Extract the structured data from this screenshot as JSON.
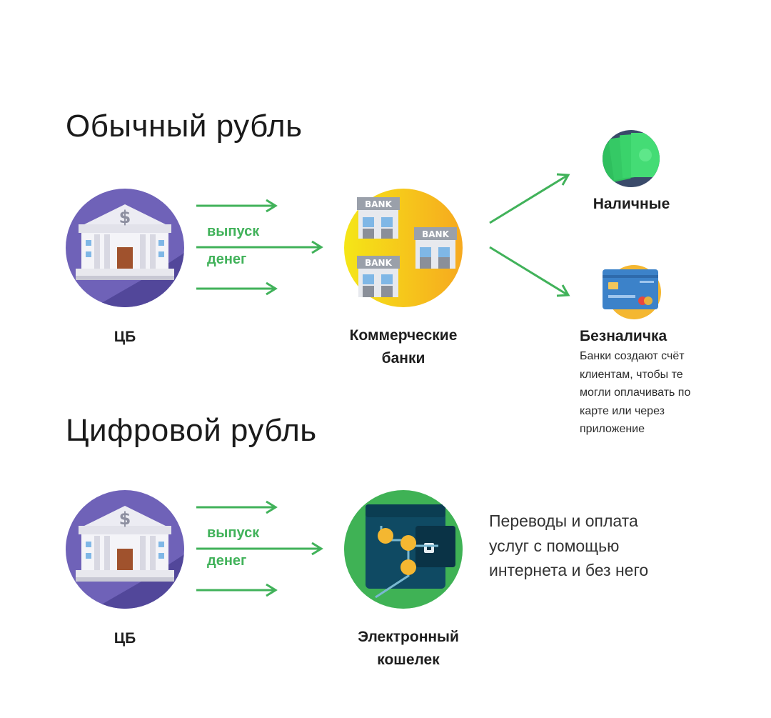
{
  "regular": {
    "title": "Обычный рубль",
    "issuer_label": "ЦБ",
    "issue_label_line1": "выпуск",
    "issue_label_line2": "денег",
    "banks_label_line1": "Коммерческие",
    "banks_label_line2": "банки",
    "bank_sign_text": "BANK",
    "cash_label": "Наличные",
    "cashless_title": "Безналичка",
    "cashless_note": [
      "Банки создают счёт",
      "клиентам, чтобы те",
      "могли оплачивать по",
      "карте или через",
      "приложение"
    ]
  },
  "digital": {
    "title": "Цифровой рубль",
    "issuer_label": "ЦБ",
    "issue_label_line1": "выпуск",
    "issue_label_line2": "денег",
    "wallet_label_line1": "Электронный",
    "wallet_label_line2": "кошелек",
    "note": [
      "Переводы и оплата",
      "услуг с помощью",
      "интернета и без него"
    ]
  },
  "colors": {
    "arrow": "#41b25a",
    "issue_text": "#41b25a",
    "cb_circle": "#6f62b8",
    "cb_circle_shadow": "#52479a",
    "banks_gradient_from": "#f5e617",
    "banks_gradient_to": "#f6a91f",
    "wallet_circle": "#3fb255",
    "wallet_body": "#0f4a63",
    "coin": "#f4b731",
    "cash_green": "#2fbf5e",
    "card_blue": "#3c82c9"
  },
  "icons": {
    "central_bank": "bank-building-icon",
    "commercial_banks": "commercial-banks-icon",
    "cash": "cash-icon",
    "card": "credit-card-icon",
    "wallet": "digital-wallet-icon",
    "arrow": "arrow-right-icon"
  }
}
